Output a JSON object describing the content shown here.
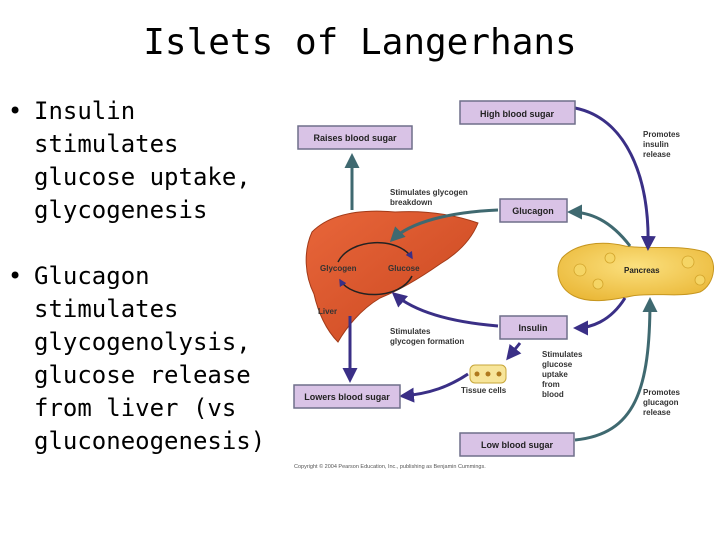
{
  "slide": {
    "title": "Islets of Langerhans",
    "bullets": [
      {
        "marker": "•",
        "text": "Insulin stimulates glucose uptake, glycogenesis"
      },
      {
        "marker": "•",
        "text": "Glucagon stimulates glycogenolysis, glucose release from liver (vs gluconeogenesis)"
      }
    ]
  },
  "diagram": {
    "boxes": {
      "high_blood_sugar": "High blood sugar",
      "raises_blood_sugar": "Raises blood sugar",
      "glucagon": "Glucagon",
      "insulin": "Insulin",
      "lowers_blood_sugar": "Lowers blood sugar",
      "low_blood_sugar": "Low blood sugar"
    },
    "labels": {
      "promotes_insulin_release": [
        "Promotes",
        "insulin",
        "release"
      ],
      "stimulates_glycogen_breakdown": [
        "Stimulates glycogen",
        "breakdown"
      ],
      "glycogen": "Glycogen",
      "glucose": "Glucose",
      "liver": "Liver",
      "pancreas": "Pancreas",
      "stimulates_glycogen_formation": [
        "Stimulates",
        "glycogen formation"
      ],
      "stimulates_glucose_uptake": [
        "Stimulates",
        "glucose",
        "uptake",
        "from",
        "blood"
      ],
      "tissue_cells": "Tissue cells",
      "promotes_glucagon_release": [
        "Promotes",
        "glucagon",
        "release"
      ]
    },
    "copyright": "Copyright © 2004 Pearson Education, Inc., publishing as Benjamin Cummings."
  },
  "colors": {
    "box_fill": "#d9c3e6",
    "box_stroke": "#6f6f8a",
    "insulin_arrow": "#3a2f86",
    "glucagon_arrow": "#3f6970",
    "liver": "#d9552c",
    "pancreas": "#f2c84a"
  }
}
